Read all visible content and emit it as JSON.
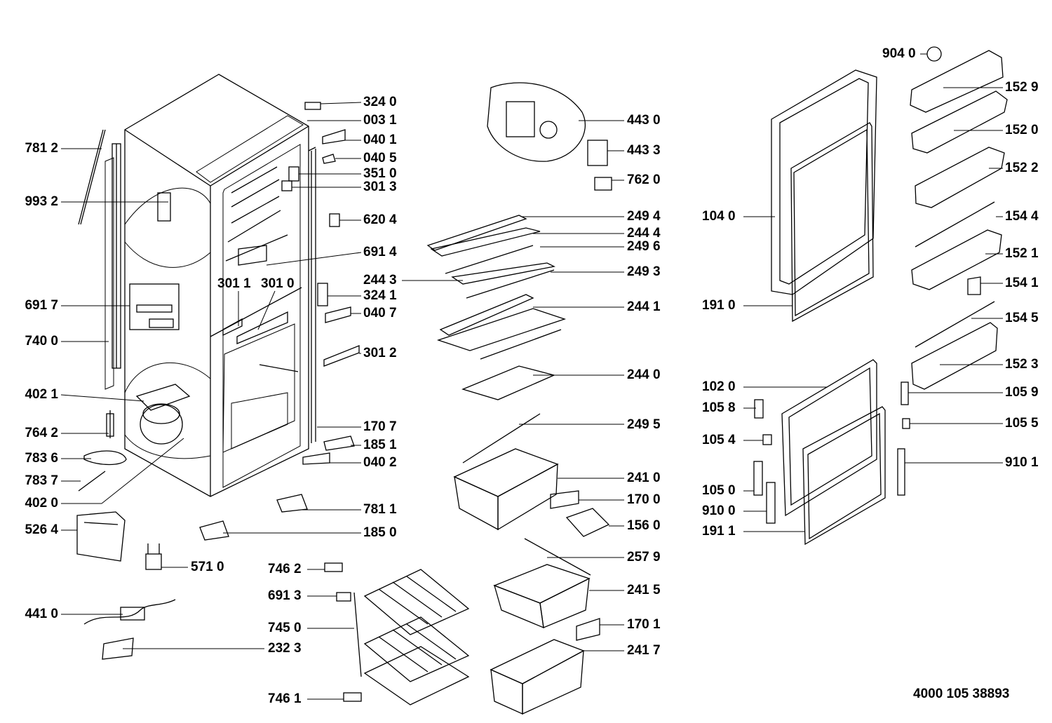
{
  "parts": {
    "p3240": "324 0",
    "p0031": "003 1",
    "p0401": "040 1",
    "p0405": "040 5",
    "p3510": "351 0",
    "p3013": "301 3",
    "p6204": "620 4",
    "p6914": "691 4",
    "p3011": "301 1",
    "p3010": "301 0",
    "p3241": "324 1",
    "p0407": "040 7",
    "p3012": "301 2",
    "p1707": "170 7",
    "p1851": "185 1",
    "p0402": "040 2",
    "p7811": "781 1",
    "p1850": "185 0",
    "p7812": "781 2",
    "p9932": "993 2",
    "p6917": "691 7",
    "p7400": "740 0",
    "p4021": "402 1",
    "p7642": "764 2",
    "p7836": "783 6",
    "p7837": "783 7",
    "p4020": "402 0",
    "p5264": "526 4",
    "p5710": "571 0",
    "p4410": "441 0",
    "p2323": "232 3",
    "p7462": "746 2",
    "p6913": "691 3",
    "p7450": "745 0",
    "p7461": "746 1",
    "p4430": "443 0",
    "p4433": "443 3",
    "p7620": "762 0",
    "p2494": "249 4",
    "p2444": "244 4",
    "p2496": "249 6",
    "p2443": "244 3",
    "p2493": "249 3",
    "p2441": "244 1",
    "p2440": "244 0",
    "p2495": "249 5",
    "p2410": "241 0",
    "p1700": "170 0",
    "p1560": "156 0",
    "p2579": "257 9",
    "p2415": "241 5",
    "p1701": "170 1",
    "p2417": "241 7",
    "p9040": "904 0",
    "p1529": "152 9",
    "p1520": "152 0",
    "p1522": "152 2",
    "p1544": "154 4",
    "p1521": "152 1",
    "p1541": "154 1",
    "p1545": "154 5",
    "p1523": "152 3",
    "p1059": "105 9",
    "p1055": "105 5",
    "p9101": "910 1",
    "p1040": "104 0",
    "p1910": "191 0",
    "p1020": "102 0",
    "p1058": "105 8",
    "p1054": "105 4",
    "p1050": "105 0",
    "p9100": "910 0",
    "p1911": "191 1"
  },
  "document_number": "4000 105 38893"
}
